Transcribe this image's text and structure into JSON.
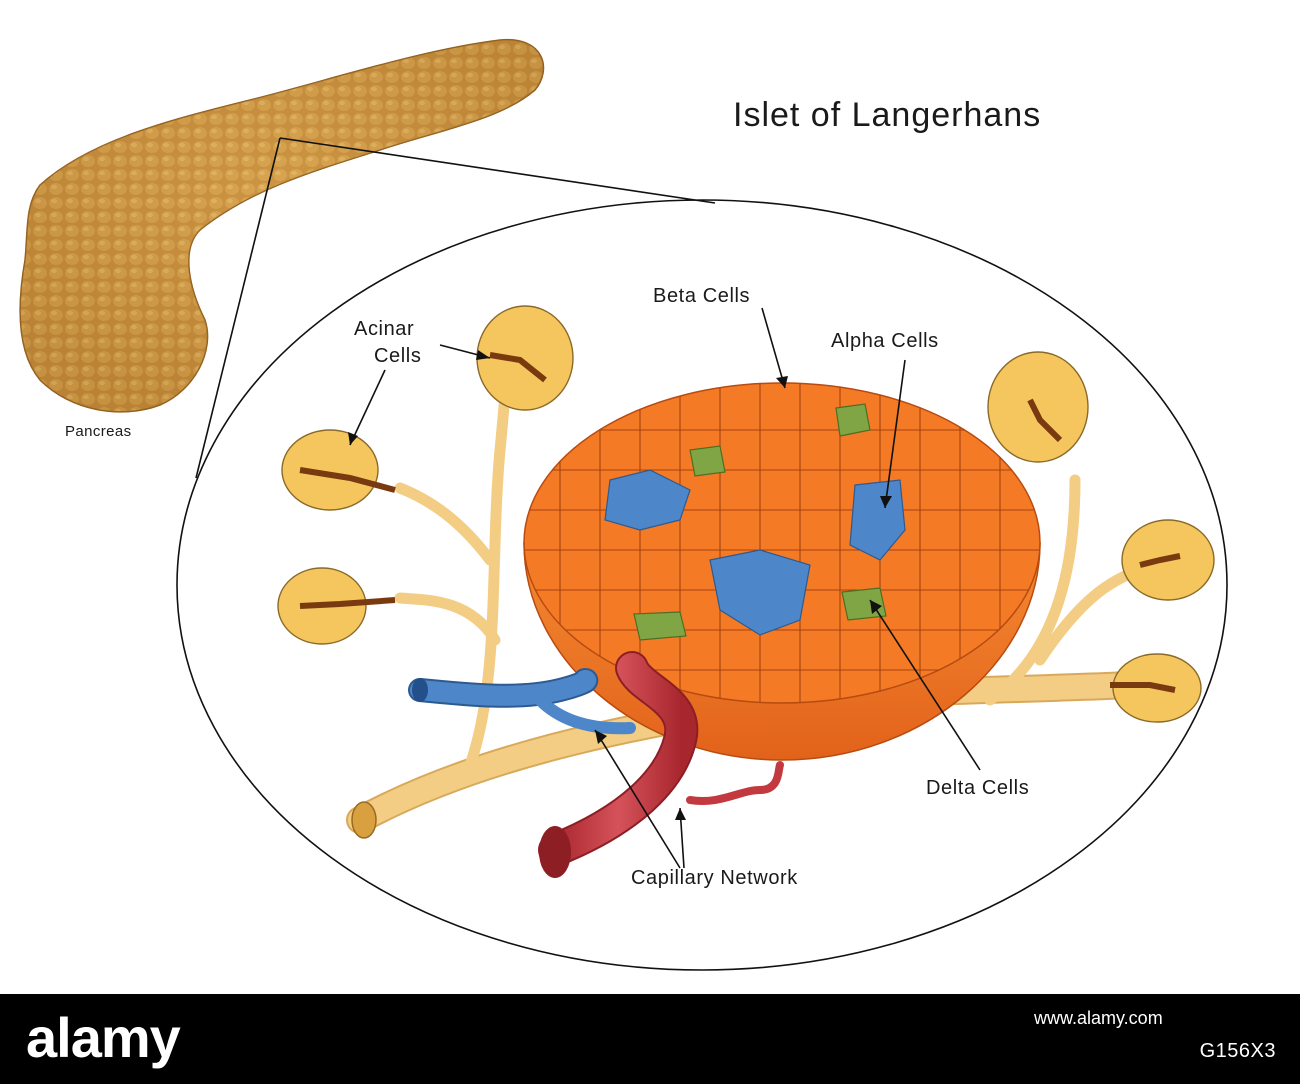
{
  "title": "Islet of Langerhans",
  "labels": {
    "pancreas": "Pancreas",
    "acinar_line1": "Acinar",
    "acinar_line2": "Cells",
    "beta": "Beta Cells",
    "alpha": "Alpha Cells",
    "delta": "Delta Cells",
    "capillary": "Capillary Network"
  },
  "footer": {
    "logo": "alamy",
    "image_id": "G156X3",
    "url": "www.alamy.com"
  },
  "colors": {
    "pancreas": "#c08a3a",
    "islet_orange": "#f0741e",
    "beta_cell": "#f47a26",
    "alpha_cell": "#4d86c9",
    "delta_cell": "#7fa544",
    "acinar": "#f6c65e",
    "duct": "#f3cd84",
    "vein": "#3f78c0",
    "artery": "#c23a40"
  }
}
